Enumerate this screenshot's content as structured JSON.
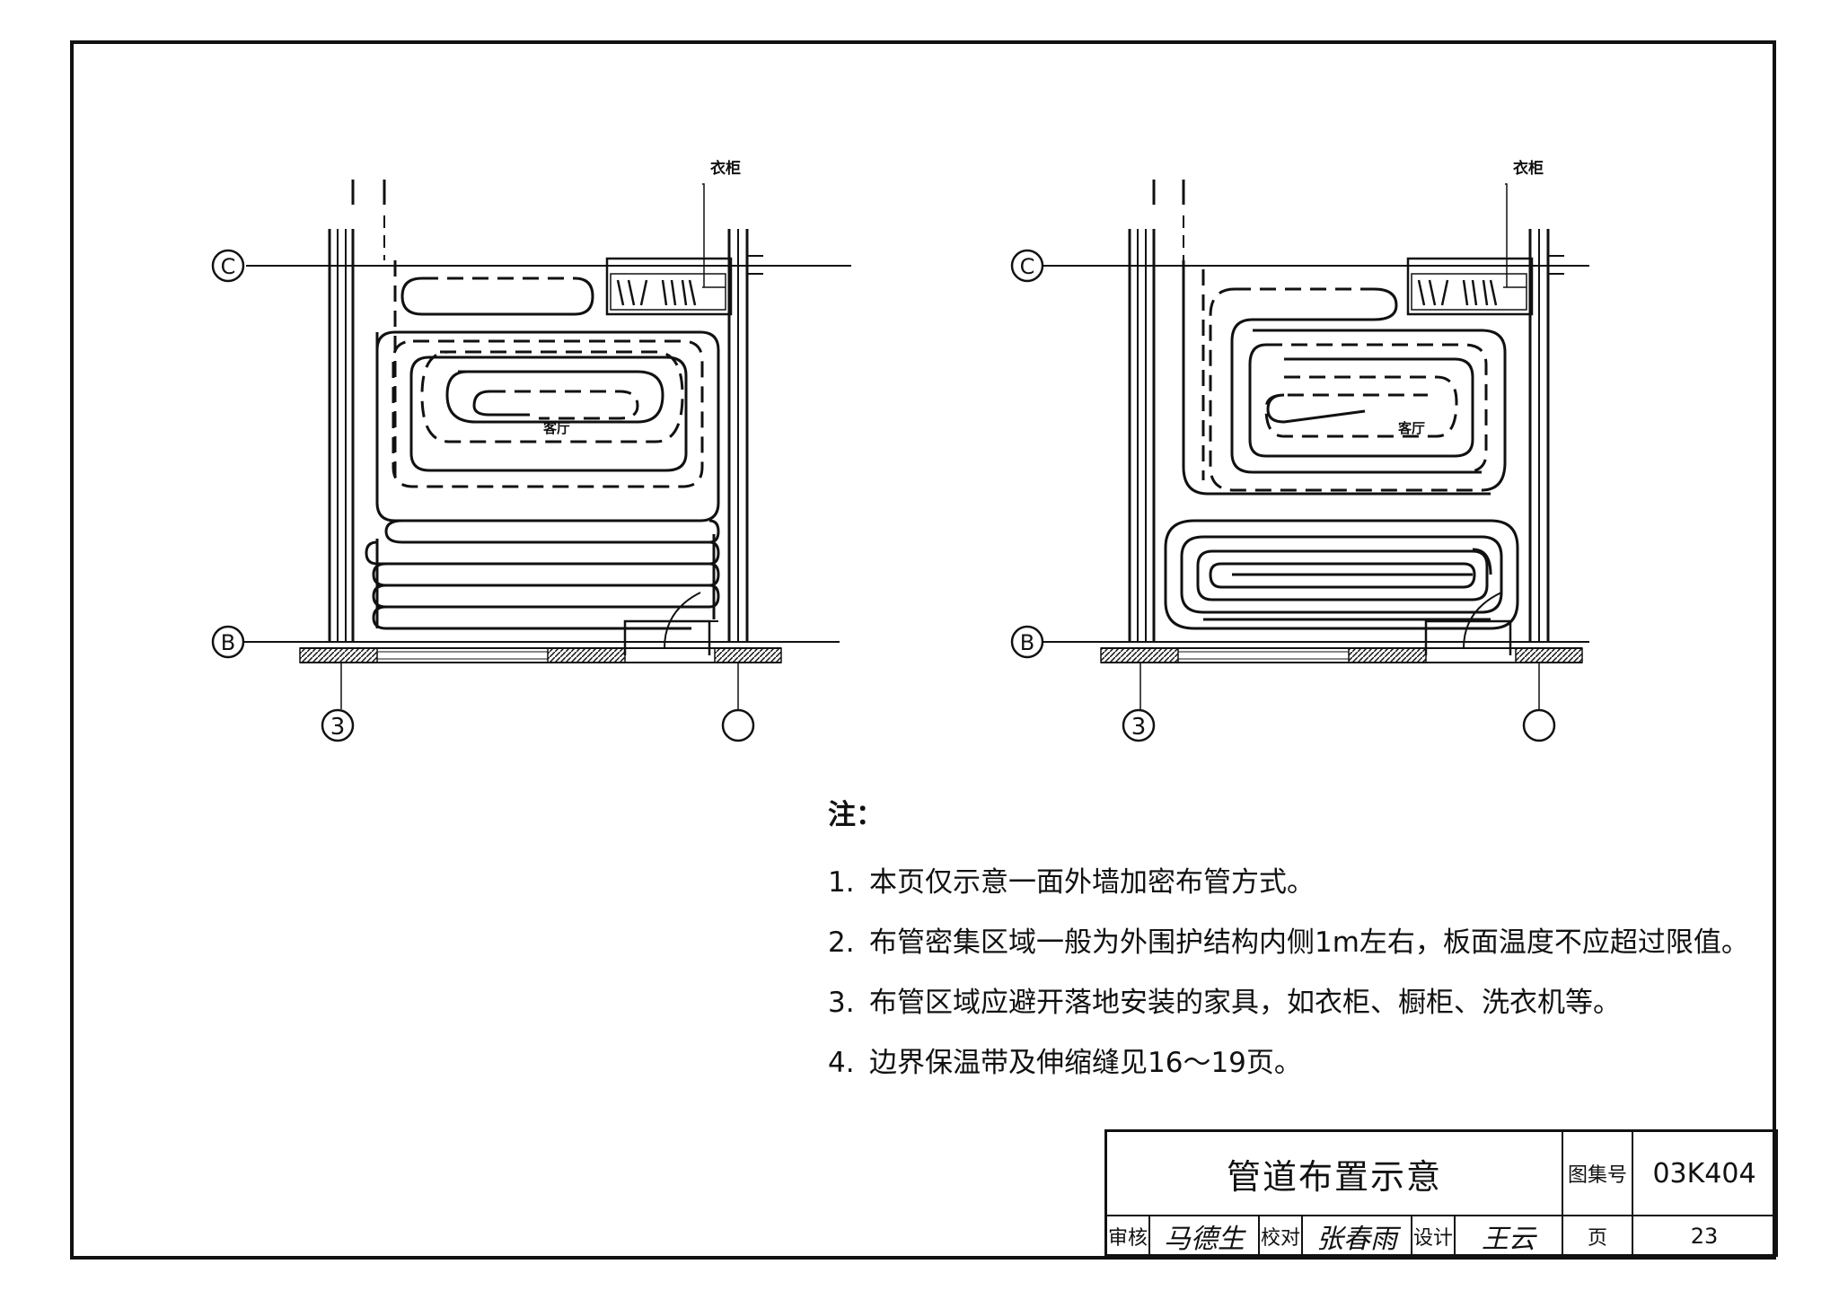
{
  "diagrams": [
    {
      "wardrobe_label": "衣柜",
      "room_label": "客厅",
      "axis_c": "C",
      "axis_b": "B",
      "axis_3": "3",
      "axis_unlabeled": ""
    },
    {
      "wardrobe_label": "衣柜",
      "room_label": "客厅",
      "axis_c": "C",
      "axis_b": "B",
      "axis_3": "3",
      "axis_unlabeled": ""
    }
  ],
  "notes": {
    "heading": "注：",
    "items": [
      {
        "num": "1.",
        "text": "本页仅示意一面外墙加密布管方式。"
      },
      {
        "num": "2.",
        "text": "布管密集区域一般为外围护结构内侧1m左右，板面温度不应超过限值。"
      },
      {
        "num": "3.",
        "text": "布管区域应避开落地安装的家具，如衣柜、橱柜、洗衣机等。"
      },
      {
        "num": "4.",
        "text": "边界保温带及伸缩缝见16～19页。"
      }
    ]
  },
  "title_block": {
    "title": "管道布置示意",
    "atlas_label": "图集号",
    "atlas_number": "03K404",
    "review_label": "审核",
    "review_signature": "马德生",
    "check_label": "校对",
    "check_signature": "张春雨",
    "design_label": "设计",
    "design_signature": "王云",
    "page_label": "页",
    "page_number": "23"
  },
  "colors": {
    "line": "#111111",
    "background": "#ffffff"
  }
}
